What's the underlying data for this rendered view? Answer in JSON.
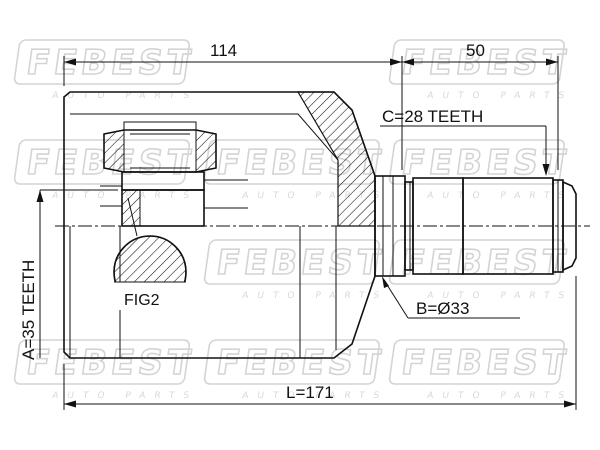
{
  "dimensions": {
    "length_114": "114",
    "length_50": "50",
    "spline_c": "C=28 TEETH",
    "spline_a": "A=35 TEETH",
    "diameter_b": "B=Ø33",
    "total_length": "L=171",
    "fig_label": "FIG2"
  },
  "watermark": {
    "brand": "FEBEST",
    "sub": "AUTO PARTS"
  },
  "colors": {
    "line": "#111111",
    "watermark": "#d4d4d4",
    "background": "#ffffff"
  }
}
